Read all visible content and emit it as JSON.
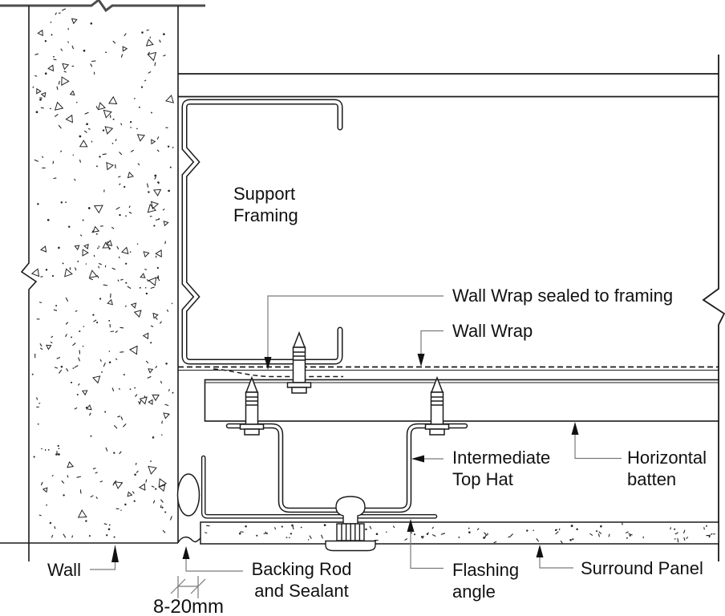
{
  "drawing": {
    "type": "construction-detail-section",
    "labels": {
      "support_framing_line1": "Support",
      "support_framing_line2": "Framing",
      "wall_wrap_sealed": "Wall Wrap sealed to framing",
      "wall_wrap": "Wall Wrap",
      "top_hat_line1": "Intermediate",
      "top_hat_line2": "Top Hat",
      "batten_line1": "Horizontal",
      "batten_line2": "batten",
      "flashing_line1": "Flashing",
      "flashing_line2": "angle",
      "surround_panel": "Surround Panel",
      "backing_rod_line1": "Backing Rod",
      "backing_rod_line2": "and Sealant",
      "wall": "Wall",
      "joint_dimension": "8-20mm"
    },
    "colors": {
      "line": "#1a1a1a",
      "leader": "#7a7a7a",
      "slab_edge": "#4d4d4d",
      "background": "#ffffff"
    }
  }
}
